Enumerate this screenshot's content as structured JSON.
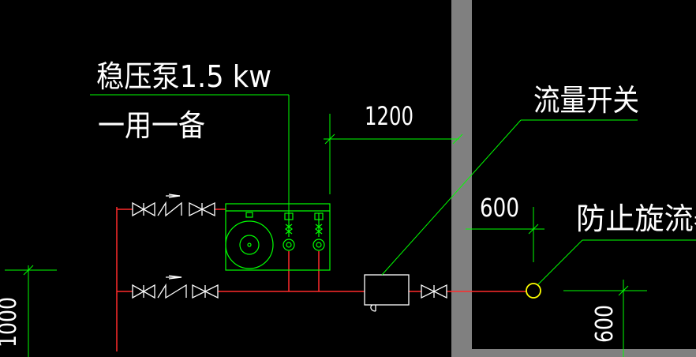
{
  "drawing": {
    "pump_label_line1": "稳压泵1.5 kw",
    "pump_label_line2": "一用一备",
    "flow_switch_label": "流量开关",
    "anti_vortex_label": "防止旋流器",
    "dim_1200": "1200",
    "dim_600_horizontal": "600",
    "dim_600_vertical": "600",
    "dim_left_vertical": "1000"
  },
  "colors": {
    "background": "#000000",
    "pipe": "#ff2a2a",
    "leader": "#00ff00",
    "equipment": "#00ff00",
    "valve": "#ffffff",
    "wall": "#808080",
    "anti_vortex": "#ffff00",
    "text": "#ffffff"
  }
}
